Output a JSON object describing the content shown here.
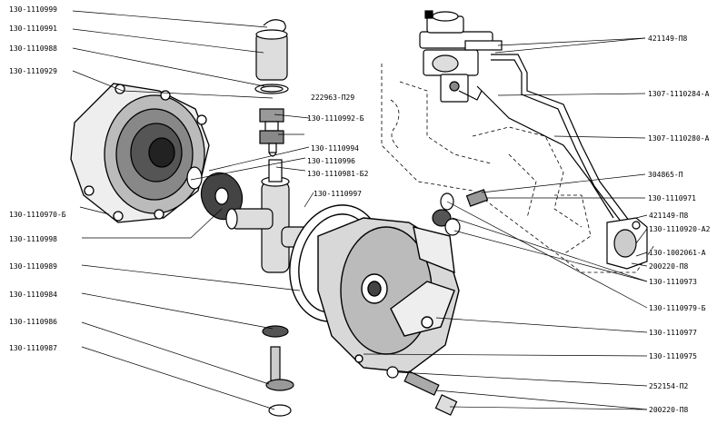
{
  "labels": {
    "l_1110999": "130-1110999",
    "l_1110991": "130-1110991",
    "l_1110988": "130-1110988",
    "l_1110929": "130-1110929",
    "l_222963": "222963-П29",
    "l_1110992": "130-1110992-Б",
    "l_1110994": "130-1110994",
    "l_1110996": "130-1110996",
    "l_1110981": "130-1110981-Б2",
    "l_1110997": "130-1110997",
    "l_1110970": "130-1110970-Б",
    "l_1110998": "130-1110998",
    "l_1110989": "130-1110989",
    "l_1110984": "130-1110984",
    "l_1110986": "130-1110986",
    "l_1110987": "130-1110987",
    "r_421149_top": "421149-П8",
    "r_1307_284": "1307-1110284-А",
    "r_1307_280": "1307-1110280-А",
    "r_304865": "304865-П",
    "r_1110971": "130-1110971",
    "r_421149_mid": "421149-П8",
    "r_1110920": "130-1110920-А2",
    "r_1002061": "130-1002061-А",
    "r_200220_mid": "200220-П8",
    "r_1110973": "130-1110973",
    "r_1110979": "130-1110979-Б",
    "r_1110977": "130-1110977",
    "r_1110975": "130-1110975",
    "r_252154": "252154-П2",
    "r_200220_bot": "200220-П8"
  },
  "colors": {
    "ink": "#000000",
    "paper": "#ffffff",
    "shade": "#555555"
  }
}
